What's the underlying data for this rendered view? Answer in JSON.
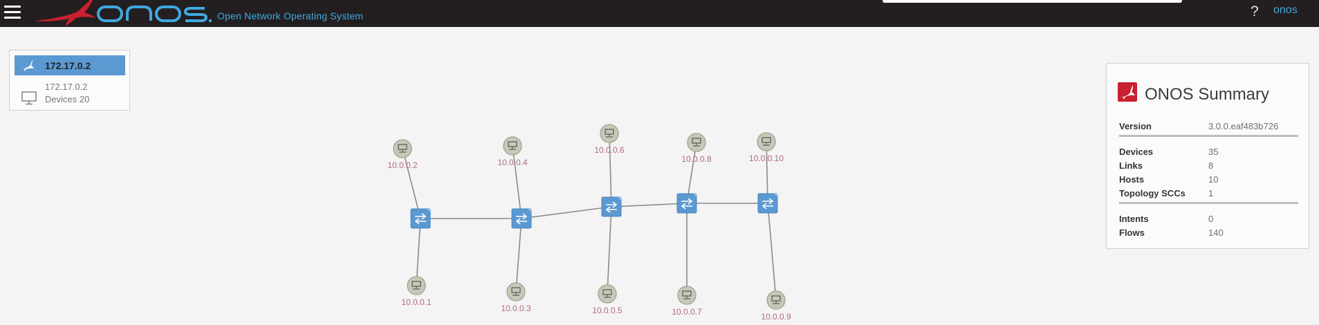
{
  "header": {
    "logo_text": "ONOS",
    "tagline": "Open Network Operating System",
    "help": "?",
    "user": "onos"
  },
  "cluster": {
    "title": "172.17.0.2",
    "ip": "172.17.0.2",
    "devices": "Devices 20"
  },
  "topology": {
    "switches": [
      {
        "id": "s1"
      },
      {
        "id": "s2"
      },
      {
        "id": "s3"
      },
      {
        "id": "s4"
      },
      {
        "id": "s5"
      }
    ],
    "hosts": [
      {
        "label": "10.0.0.2",
        "switch": "s1"
      },
      {
        "label": "10.0.0.1",
        "switch": "s1"
      },
      {
        "label": "10.0.0.4",
        "switch": "s2"
      },
      {
        "label": "10.0.0.3",
        "switch": "s2"
      },
      {
        "label": "10.0.0.6",
        "switch": "s3"
      },
      {
        "label": "10.0.0.5",
        "switch": "s3"
      },
      {
        "label": "10.0.0.8",
        "switch": "s4"
      },
      {
        "label": "10.0.0.7",
        "switch": "s4"
      },
      {
        "label": "10.0.0.10",
        "switch": "s5"
      },
      {
        "label": "10.0.0.9",
        "switch": "s5"
      }
    ],
    "colors": {
      "switch": "#5b99d2",
      "host": "#c8c8b8",
      "link": "#8a8a8a",
      "label": "#b0688a"
    }
  },
  "summary": {
    "title": "ONOS Summary",
    "version_label": "Version",
    "version": "3.0.0.eaf483b726",
    "devices_label": "Devices",
    "devices": "35",
    "links_label": "Links",
    "links": "8",
    "hosts_label": "Hosts",
    "hosts": "10",
    "sccs_label": "Topology SCCs",
    "sccs": "1",
    "intents_label": "Intents",
    "intents": "0",
    "flows_label": "Flows",
    "flows": "140"
  },
  "colors": {
    "topbar": "#231f20",
    "accent_blue": "#3fa9e0",
    "onos_red": "#c8202f"
  }
}
